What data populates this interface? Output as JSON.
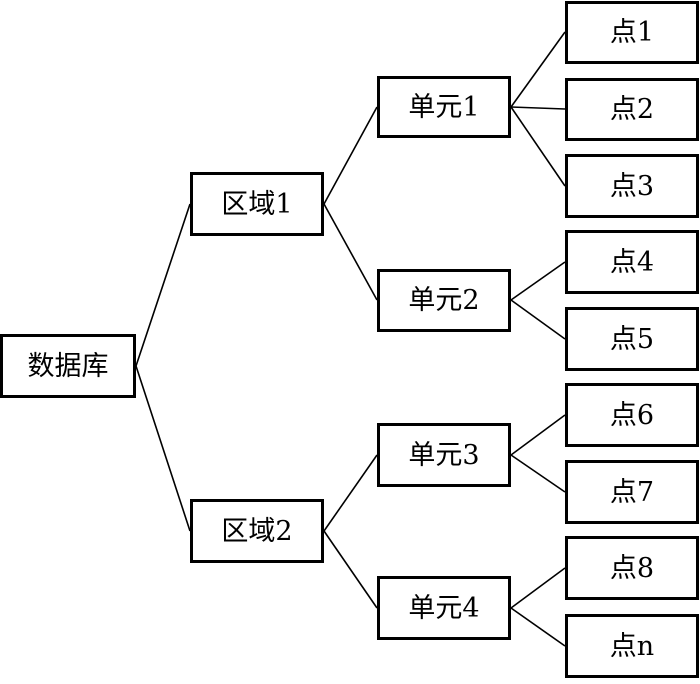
{
  "diagram": {
    "root": {
      "id": "root",
      "label": "数据库"
    },
    "regions": [
      {
        "id": "r1",
        "label": "区域1"
      },
      {
        "id": "r2",
        "label": "区域2"
      }
    ],
    "units": [
      {
        "id": "u1",
        "label": "单元1",
        "parent": "r1"
      },
      {
        "id": "u2",
        "label": "单元2",
        "parent": "r1"
      },
      {
        "id": "u3",
        "label": "单元3",
        "parent": "r2"
      },
      {
        "id": "u4",
        "label": "单元4",
        "parent": "r2"
      }
    ],
    "points": [
      {
        "id": "p1",
        "label": "点1",
        "parent": "u1"
      },
      {
        "id": "p2",
        "label": "点2",
        "parent": "u1"
      },
      {
        "id": "p3",
        "label": "点3",
        "parent": "u1"
      },
      {
        "id": "p4",
        "label": "点4",
        "parent": "u2"
      },
      {
        "id": "p5",
        "label": "点5",
        "parent": "u2"
      },
      {
        "id": "p6",
        "label": "点6",
        "parent": "u3"
      },
      {
        "id": "p7",
        "label": "点7",
        "parent": "u3"
      },
      {
        "id": "p8",
        "label": "点8",
        "parent": "u4"
      },
      {
        "id": "pn",
        "label": "点n",
        "parent": "u4"
      }
    ],
    "colors": {
      "line": "#000000",
      "border": "#000000",
      "background": "#ffffff",
      "text": "#000000"
    }
  }
}
